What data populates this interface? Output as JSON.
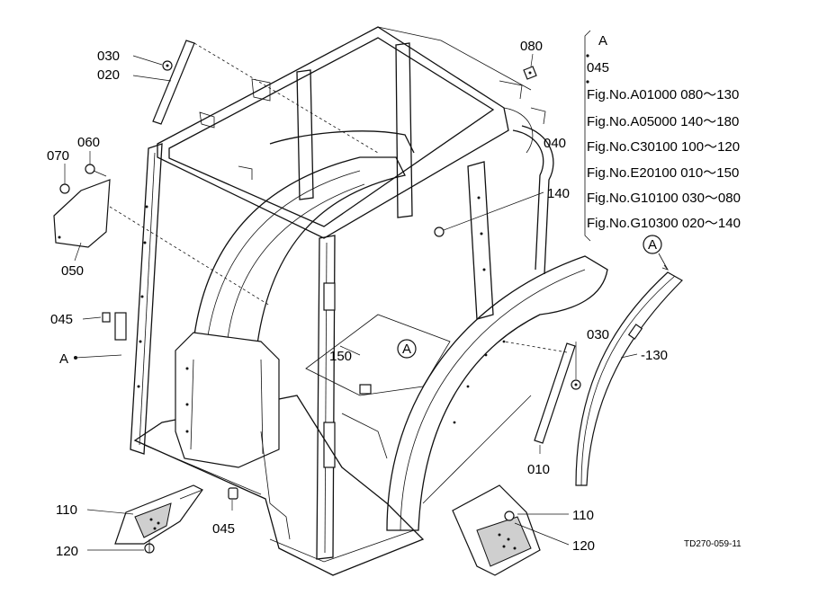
{
  "callouts": {
    "c030_top": "030",
    "c020": "020",
    "c080": "080",
    "c060": "060",
    "c070": "070",
    "c050": "050",
    "c045_left": "045",
    "a_left": "A",
    "c040": "040",
    "c140": "140",
    "c150": "150",
    "a_floor": "A",
    "a_right": "A",
    "c030_right": "030",
    "c130": "-130",
    "c010": "010",
    "c110_left": "110",
    "c120_left": "120",
    "c045_bottom": "045",
    "c110_right": "110",
    "c120_right": "120"
  },
  "legend": {
    "marker": "A",
    "part": "045",
    "rows": [
      "Fig.No.A01000  080～130",
      "Fig.No.A05000  140～180",
      "Fig.No.C30100  100～120",
      "Fig.No.E20100  010～150",
      "Fig.No.G10100  030～080",
      "Fig.No.G10300  020～140"
    ]
  },
  "drawing_code": "TD270-059-11"
}
